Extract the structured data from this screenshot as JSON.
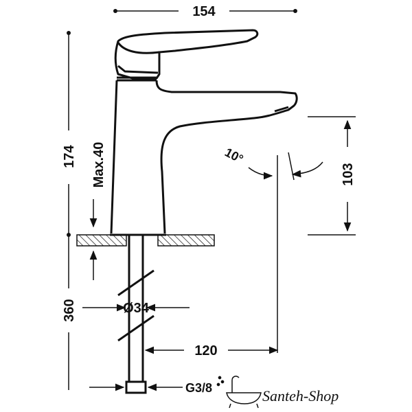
{
  "colors": {
    "ink": "#111111",
    "paper": "#ffffff",
    "hatch": "#111111"
  },
  "dimensions": {
    "overall_width": "154",
    "overall_height": "174",
    "max_deck": "Max.40",
    "spout_height": "103",
    "hole_diameter": "Ø34",
    "spout_reach": "120",
    "supply_length": "360",
    "thread": "G3/8"
  },
  "angle": {
    "label": "10°"
  },
  "logo": {
    "text": "Santeh-Shop",
    "icon": "bathtub-icon"
  }
}
